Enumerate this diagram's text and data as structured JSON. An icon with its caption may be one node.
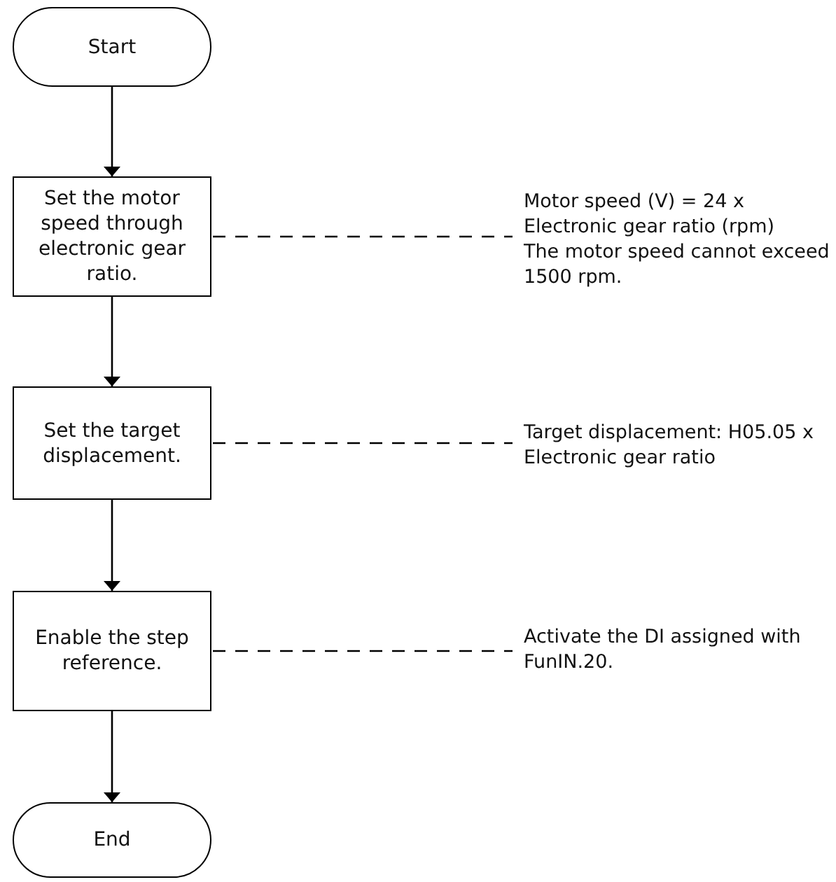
{
  "diagram": {
    "nodes": [
      {
        "text": [
          "Start"
        ]
      },
      {
        "text": [
          "Set the motor speed through electronic gear ratio."
        ]
      },
      {
        "text": [
          "Set the target displacement."
        ]
      },
      {
        "text": [
          "Enable the step reference."
        ]
      },
      {
        "text": [
          "End"
        ]
      },
      {
        "text": [
          "Motor speed (V) = 24 x Electronic gear ratio (rpm)",
          "The motor speed cannot exceed 1500 rpm."
        ]
      },
      {
        "text": [
          "Target displacement: H05.05 x Electronic gear ratio"
        ]
      },
      {
        "text": [
          "Activate the DI assigned with FunIN.20."
        ]
      }
    ],
    "edges": [
      {
        "from": 0,
        "to": 1,
        "arrow": "to"
      },
      {
        "from": 1,
        "to": 2,
        "arrow": "to"
      },
      {
        "from": 2,
        "to": 3,
        "arrow": "to"
      },
      {
        "from": 3,
        "to": 4,
        "arrow": "to"
      },
      {
        "from": 1,
        "to": 5,
        "arrow": "none",
        "style": "dashed"
      },
      {
        "from": 2,
        "to": 6,
        "arrow": "none",
        "style": "dashed"
      },
      {
        "from": 3,
        "to": 7,
        "arrow": "none",
        "style": "dashed"
      }
    ]
  }
}
